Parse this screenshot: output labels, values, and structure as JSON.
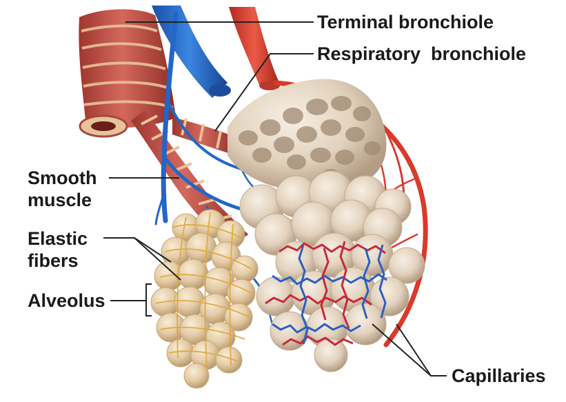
{
  "labels": {
    "terminal_bronchiole": "Terminal bronchiole",
    "respiratory_bronchiole": "Respiratory  bronchiole",
    "smooth_muscle_line1": "Smooth",
    "smooth_muscle_line2": "muscle",
    "elastic_fibers_line1": "Elastic",
    "elastic_fibers_line2": "fibers",
    "alveolus": "Alveolus",
    "capillaries": "Capillaries"
  },
  "colors": {
    "muscle": "#c0453c",
    "muscle_dark": "#8e2a25",
    "connective": "#e8c49a",
    "artery": "#d93a2b",
    "vein": "#2266c8",
    "alveolus": "#e4d6c4",
    "alveolus_shadow": "#b8a48e",
    "leader_line": "#222222"
  }
}
